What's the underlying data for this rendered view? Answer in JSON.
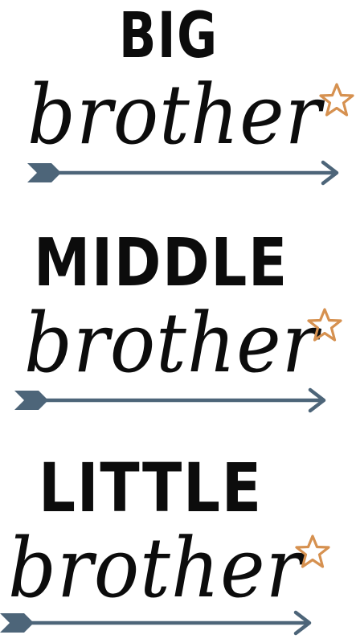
{
  "colors": {
    "ink": "#0c0c0c",
    "arrow": "#4d6579",
    "star": "#d69150"
  },
  "designs": [
    {
      "headline": "BIG",
      "script": "brother",
      "star_icon": "star-outline-icon",
      "arrow_icon": "arrow-right-icon"
    },
    {
      "headline": "MIDDLE",
      "script": "brother",
      "star_icon": "star-outline-icon",
      "arrow_icon": "arrow-right-icon"
    },
    {
      "headline": "LITTLE",
      "script": "brother",
      "star_icon": "star-outline-icon",
      "arrow_icon": "arrow-right-icon"
    }
  ]
}
